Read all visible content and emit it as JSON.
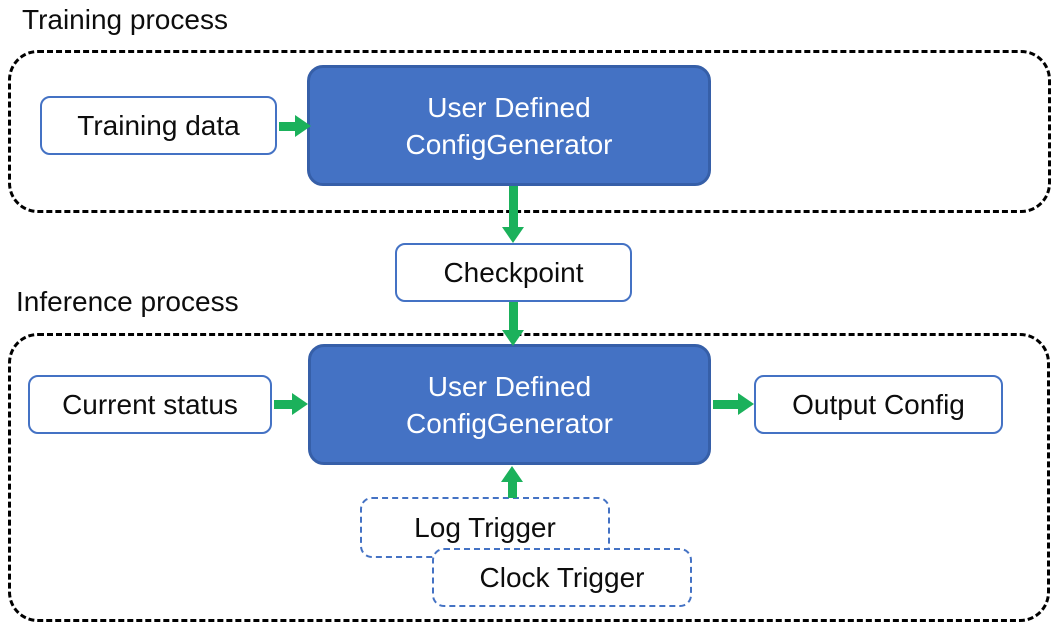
{
  "colors": {
    "generator_fill": "#4472C4",
    "generator_border": "#365FA8",
    "io_box_border": "#4472C4",
    "trigger_border": "#4472C4",
    "container_border": "#000000",
    "arrow_green": "#1BB15B",
    "text_dark": "#0D0D0D",
    "text_light": "#FFFFFF"
  },
  "training": {
    "label": "Training process",
    "input_label": "Training data",
    "generator_line1": "User Defined",
    "generator_line2": "ConfigGenerator"
  },
  "checkpoint_label": "Checkpoint",
  "inference": {
    "label": "Inference process",
    "input_label": "Current status",
    "generator_line1": "User Defined",
    "generator_line2": "ConfigGenerator",
    "output_label": "Output Config",
    "log_trigger_label": "Log Trigger",
    "clock_trigger_label": "Clock Trigger"
  }
}
